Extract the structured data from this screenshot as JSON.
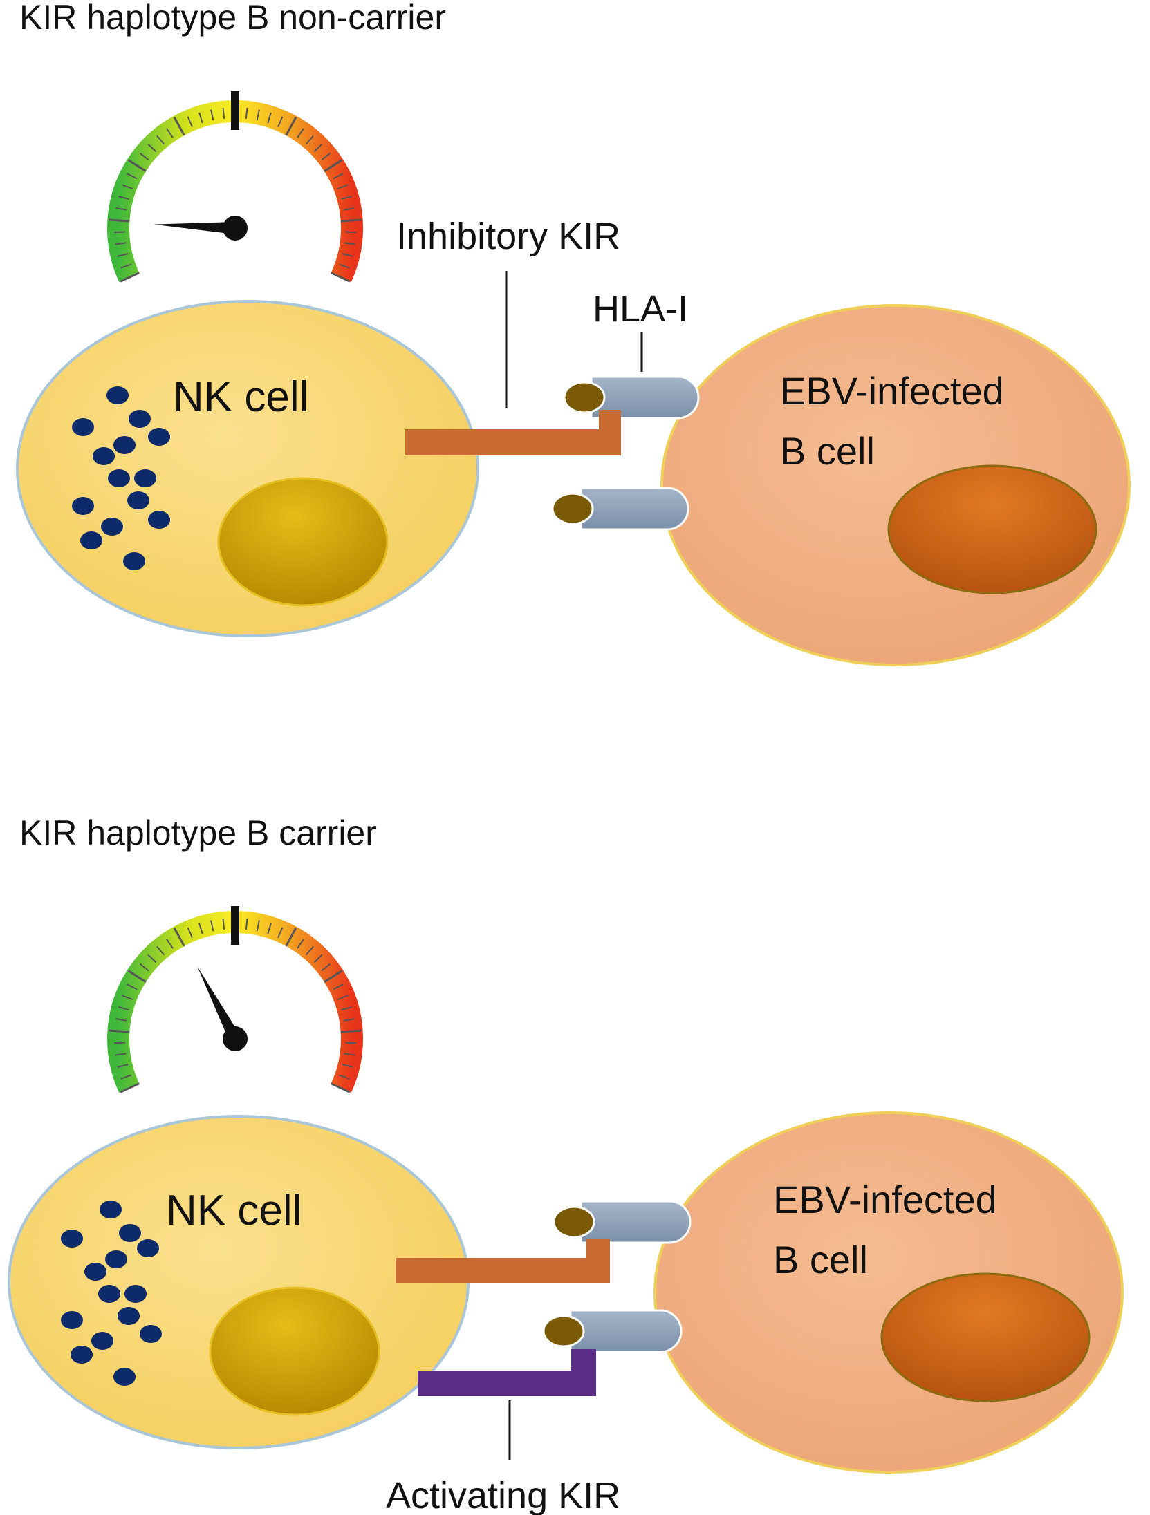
{
  "panels": [
    {
      "heading": "KIR haplotype B non-carrier",
      "nk_label": "NK cell",
      "target_label_line1": "EBV-infected",
      "target_label_line2": "B cell",
      "inhibitory_label": "Inhibitory KIR",
      "hla_label": "HLA-I",
      "activation_level": 0.12
    },
    {
      "heading": "KIR haplotype B carrier",
      "nk_label": "NK cell",
      "target_label_line1": "EBV-infected",
      "target_label_line2": "B cell",
      "activating_label": "Activating KIR",
      "activation_level": 0.38
    }
  ],
  "colors": {
    "nk_cell": "#f9d673",
    "nk_nucleus": "#c9a00a",
    "granule": "#0d2a6b",
    "b_cell": "#f0ae82",
    "b_nucleus": "#c85c12",
    "inhibitory_kir": "#c96a32",
    "activating_kir": "#5c2d86",
    "hla_stem": "#8da0b8",
    "peptide": "#7a5a05"
  }
}
